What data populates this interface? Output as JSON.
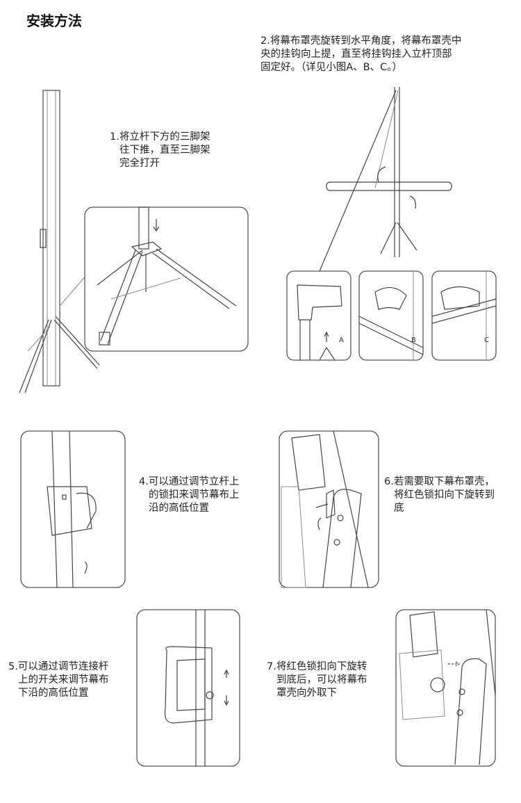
{
  "title": "安装方法",
  "steps": {
    "step1": [
      "1.将立杆下方的三脚架",
      "往下推，直至三脚架",
      "完全打开"
    ],
    "step2": [
      "2.将幕布罩壳旋转到水平角度，将幕布罩壳中",
      "央的挂钩向上提，直至将挂钩挂入立杆顶部",
      "固定好。（详见小图A、B、C。）"
    ],
    "step4": [
      "4.可以通过调节立杆上",
      "的锁扣来调节幕布上",
      "沿的高低位置"
    ],
    "step5": [
      "5.可以通过调节连接杆",
      "上的开关来调节幕布",
      "下沿的高低位置"
    ],
    "step6": [
      "6.若需要取下幕布罩壳，",
      "将红色锁扣向下旋转到",
      "底"
    ],
    "step7": [
      "7.将红色锁扣向下旋转",
      "到底后，可以将幕布",
      "罩壳向外取下"
    ]
  },
  "detail_labels": {
    "a": "A",
    "b": "B",
    "c": "C"
  }
}
